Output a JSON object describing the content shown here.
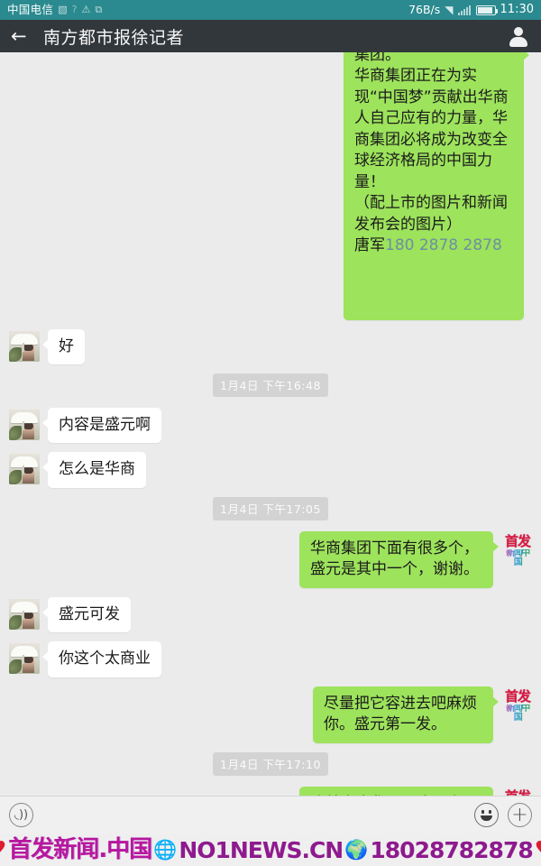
{
  "status_bar": {
    "carrier": "中国电信",
    "icons": [
      "sim-icon",
      "help-icon",
      "warning-icon",
      "screenshot-icon"
    ],
    "network_speed": "76B/s",
    "wifi": "wifi-icon",
    "signal": "signal-icon",
    "battery": "battery-icon",
    "time": "11:30",
    "background": "#2a8a8f"
  },
  "title_bar": {
    "back": "back-arrow",
    "title": "南方都市报徐记者",
    "profile": "contact-profile-icon",
    "background": "#32373b"
  },
  "conversation": {
    "messages": [
      {
        "id": "m1",
        "side": "out",
        "clipped": true,
        "text_head": "集团。",
        "text": "华商集团正在为实现“中国梦”贡献出华商人自己应有的力量，华商集团必将成为改变全球经济格局的中国力量！\n（配上市的图片和新闻发布会的图片）\n唐军",
        "link_text": "180 2878 2878",
        "stamp": false
      },
      {
        "id": "m2",
        "side": "in",
        "text": "好",
        "avatar": "contact-avatar"
      },
      {
        "id": "t1",
        "type": "timestamp",
        "text": "1月4日 下午16:48"
      },
      {
        "id": "m3",
        "side": "in",
        "text": "内容是盛元啊",
        "avatar": "contact-avatar"
      },
      {
        "id": "m4",
        "side": "in",
        "text": "怎么是华商",
        "avatar": "contact-avatar"
      },
      {
        "id": "t2",
        "type": "timestamp",
        "text": "1月4日 下午17:05"
      },
      {
        "id": "m5",
        "side": "out",
        "text": "华商集团下面有很多个，盛元是其中一个，谢谢。",
        "stamp": true
      },
      {
        "id": "m6",
        "side": "in",
        "text": "盛元可发",
        "avatar": "contact-avatar"
      },
      {
        "id": "m7",
        "side": "in",
        "text": "你这个太商业",
        "avatar": "contact-avatar"
      },
      {
        "id": "m8",
        "side": "out",
        "text": "尽量把它容进去吧麻烦你。盛元第一发。",
        "stamp": true
      },
      {
        "id": "t3",
        "type": "timestamp",
        "text": "1月4日 下午17:10"
      },
      {
        "id": "m9",
        "side": "out",
        "text": "我就考虑您，原来是有三个对吧，就便于您发表我就融成了一个个拜托啦",
        "stamp": true
      }
    ],
    "stamp": {
      "line1": "首发",
      "line2": "新闻中国"
    },
    "bubble_out_color": "#9de35c",
    "bubble_in_color": "#ffffff",
    "background": "#ebebeb"
  },
  "input_bar": {
    "voice_icon": "voice-record-icon",
    "placeholder": "",
    "value": "",
    "emoji_icon": "emoji-smiley-icon",
    "plus_icon": "plus-more-icon"
  },
  "watermark": {
    "heart_left": "♥",
    "site_cn": "首发新闻.中国",
    "globe1": "globe-icon",
    "site_en": "NO1NEWS.CN",
    "globe2": "globe-icon",
    "phone": "18028782878",
    "heart_right": "♥"
  }
}
